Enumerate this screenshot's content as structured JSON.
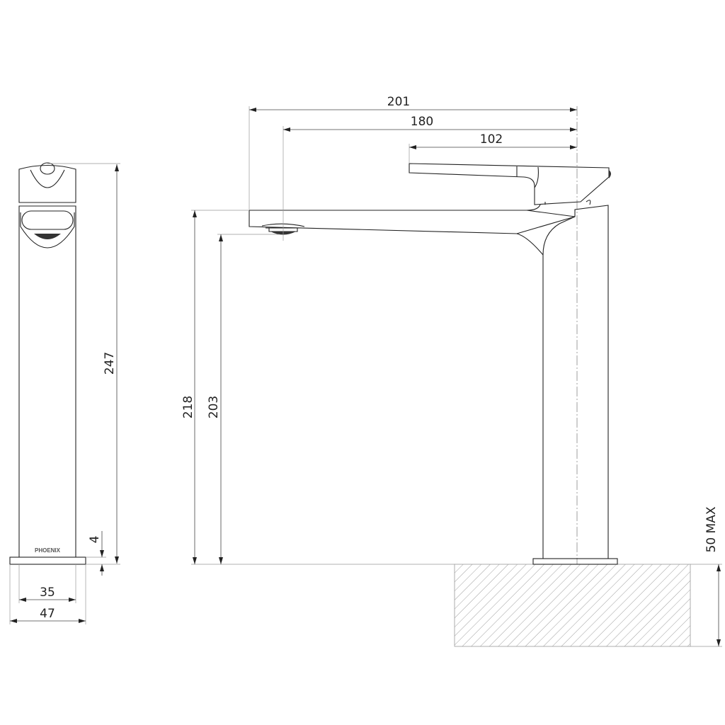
{
  "front_view": {
    "logo": "PHOENIX",
    "dimensions": {
      "height_total": "247",
      "base_thickness": "4",
      "body_width": "35",
      "base_width": "47"
    }
  },
  "side_view": {
    "dimensions": {
      "reach_total": "201",
      "reach_outlet": "180",
      "handle_length": "102",
      "spout_height": "218",
      "outlet_height": "203",
      "bench_thickness": "50 MAX"
    }
  },
  "colors": {
    "line": "#222222",
    "dimension": "#444444",
    "extension": "#999999"
  }
}
